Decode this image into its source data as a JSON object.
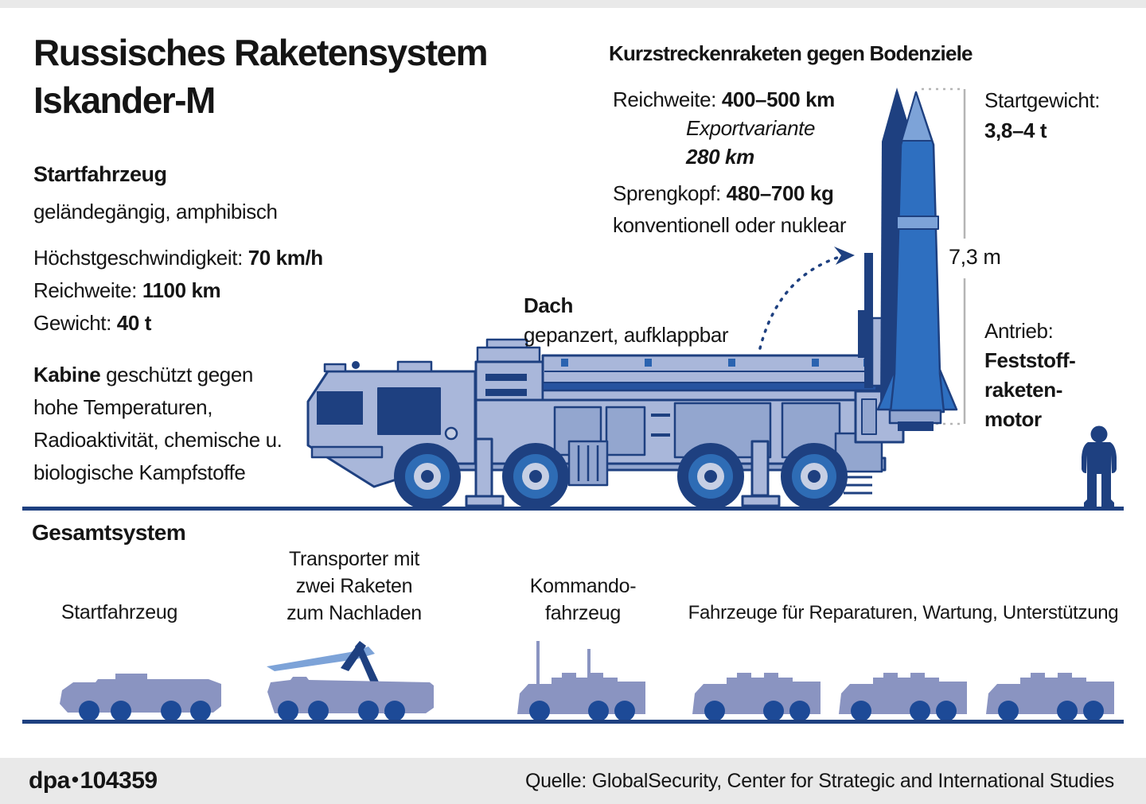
{
  "header": {
    "title_line1": "Russisches Raketensystem",
    "title_line2": "Iskander-M"
  },
  "launch_vehicle": {
    "heading": "Startfahrzeug",
    "subheading": "geländegängig, amphibisch",
    "specs": [
      {
        "label": "Höchstgeschwindigkeit:",
        "value": "70 km/h"
      },
      {
        "label": "Reichweite:",
        "value": "1100 km"
      },
      {
        "label": "Gewicht:",
        "value": "40 t"
      }
    ],
    "cabin": {
      "bold": "Kabine",
      "line1_rest": "geschützt gegen",
      "line2": "hohe Temperaturen,",
      "line3": "Radioaktivität, chemische u.",
      "line4": "biologische Kampfstoffe"
    },
    "roof": {
      "bold": "Dach",
      "sub": "gepanzert, aufklappbar"
    }
  },
  "missile": {
    "heading": "Kurzstreckenraketen gegen Bodenziele",
    "range_label": "Reichweite:",
    "range_value": "400–500 km",
    "export_variant": "Exportvariante",
    "export_range": "280 km",
    "warhead_label": "Sprengkopf:",
    "warhead_value": "480–700 kg",
    "warhead_note": "konventionell oder nuklear",
    "launch_weight_label": "Startgewicht:",
    "launch_weight_value": "3,8–4 t",
    "length": "7,3 m",
    "propulsion_label": "Antrieb:",
    "propulsion_lines": [
      "Feststoff-",
      "raketen-",
      "motor"
    ]
  },
  "system": {
    "heading": "Gesamtsystem",
    "labels": {
      "launcher": "Startfahrzeug",
      "transporter_lines": [
        "Transporter mit",
        "zwei Raketen",
        "zum Nachladen"
      ],
      "command_lines": [
        "Kommando-",
        "fahrzeug"
      ],
      "support": "Fahrzeuge für Reparaturen, Wartung, Unterstützung"
    }
  },
  "footer": {
    "credit": "dpa",
    "credit_separator": "•",
    "credit_id": "104359",
    "source": "Quelle: GlobalSecurity, Center for Strategic and International Studies"
  },
  "colors": {
    "outline_navy": "#1e4080",
    "bright_blue": "#2e6fc0",
    "wheel_ring_blue": "#2e6cb5",
    "body_light": "#a9b7da",
    "panel_mid": "#93a6cf",
    "nose_light": "#7da3d8",
    "silhouette_blue": "#8a94c1",
    "fleet_wheel_navy": "#1d4a97",
    "ground_navy": "#1e4080",
    "footer_gray": "#e9e9e9",
    "measure_gray": "#b5b5b5"
  }
}
